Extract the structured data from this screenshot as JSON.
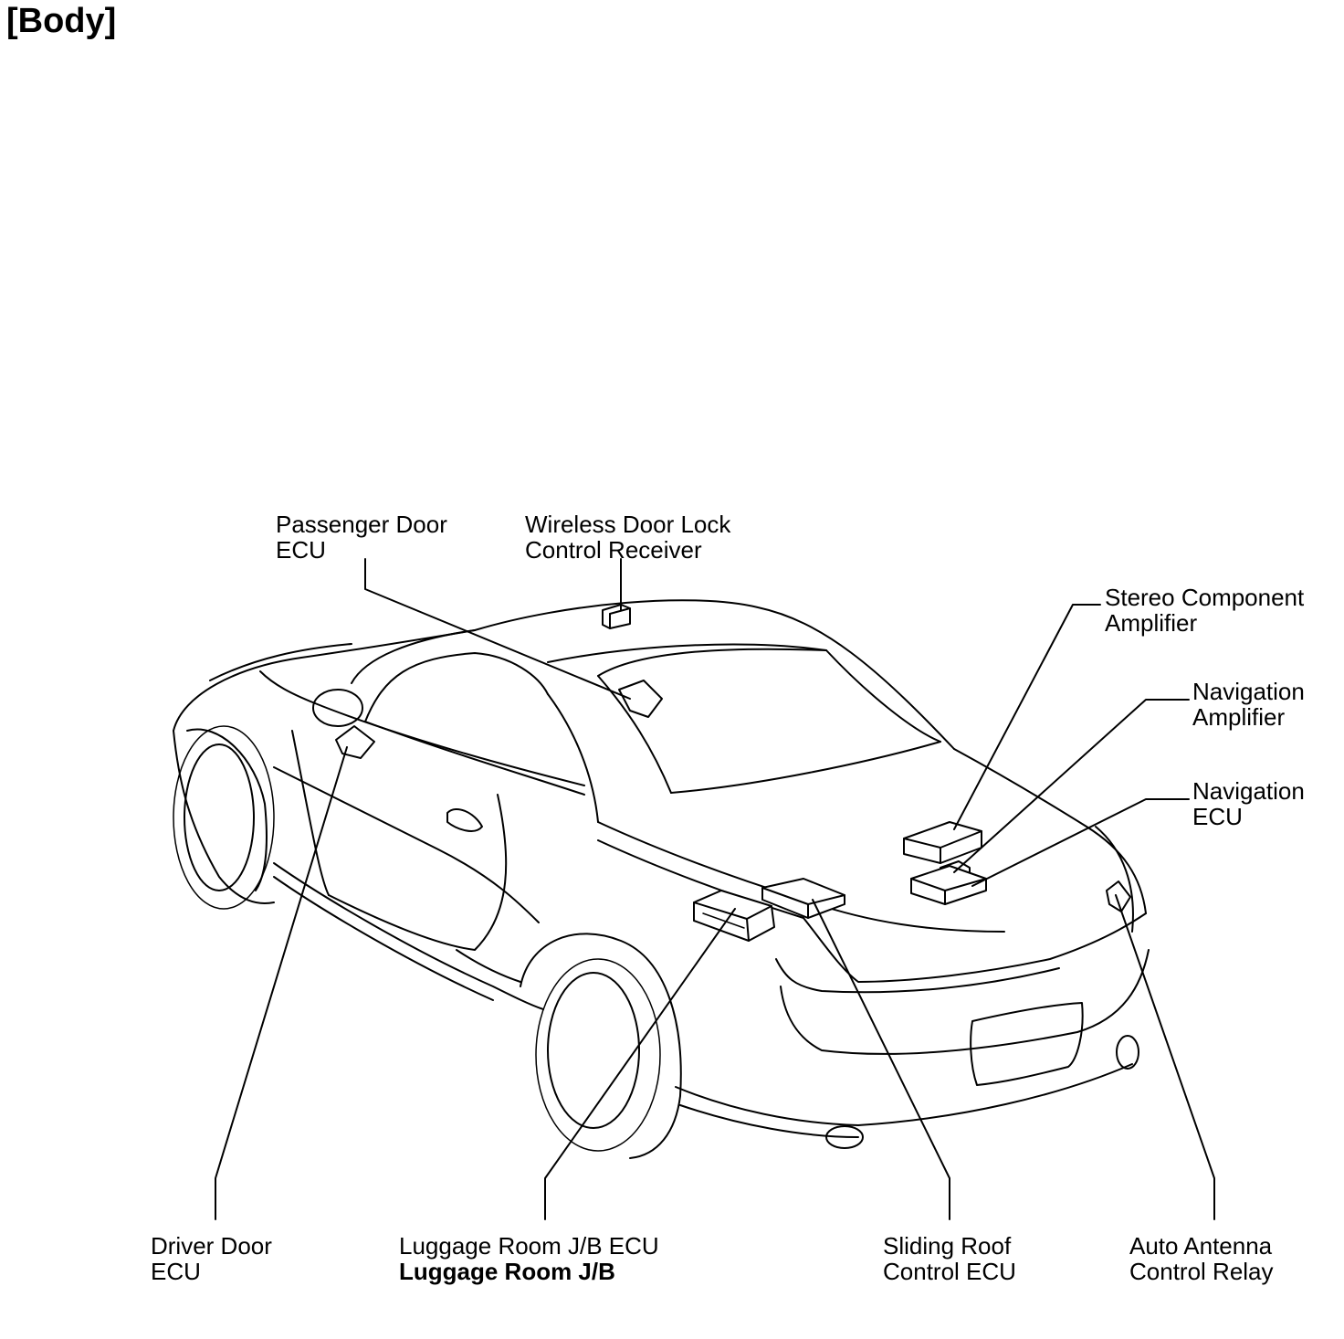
{
  "section_title": "[Body]",
  "labels": {
    "passenger_door_ecu": [
      "Passenger Door",
      "ECU"
    ],
    "wireless_door_lock": [
      "Wireless Door Lock",
      "Control Receiver"
    ],
    "stereo_component_amplifier": [
      "Stereo Component",
      "Amplifier"
    ],
    "navigation_amplifier": [
      "Navigation",
      "Amplifier"
    ],
    "navigation_ecu": [
      "Navigation",
      "ECU"
    ],
    "driver_door_ecu": [
      "Driver Door",
      "ECU"
    ],
    "luggage_room": [
      "Luggage Room J/B ECU",
      "Luggage Room J/B"
    ],
    "sliding_roof": [
      "Sliding Roof",
      "Control ECU"
    ],
    "auto_antenna": [
      "Auto Antenna",
      "Control Relay"
    ]
  }
}
